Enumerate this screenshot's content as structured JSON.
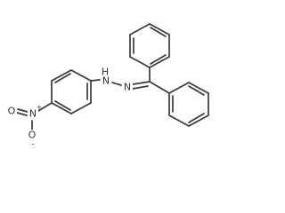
{
  "atoms": {
    "n_amine": "N",
    "h_amine": "H",
    "n_imine": "N",
    "n_nitro": "N",
    "n_nitro_charge": "+",
    "o_left": "O",
    "o_bottom": "O",
    "o_bottom_charge": "-"
  },
  "colors": {
    "bond": "#3a3a3a",
    "label": "#333333",
    "background": "#ffffff"
  }
}
